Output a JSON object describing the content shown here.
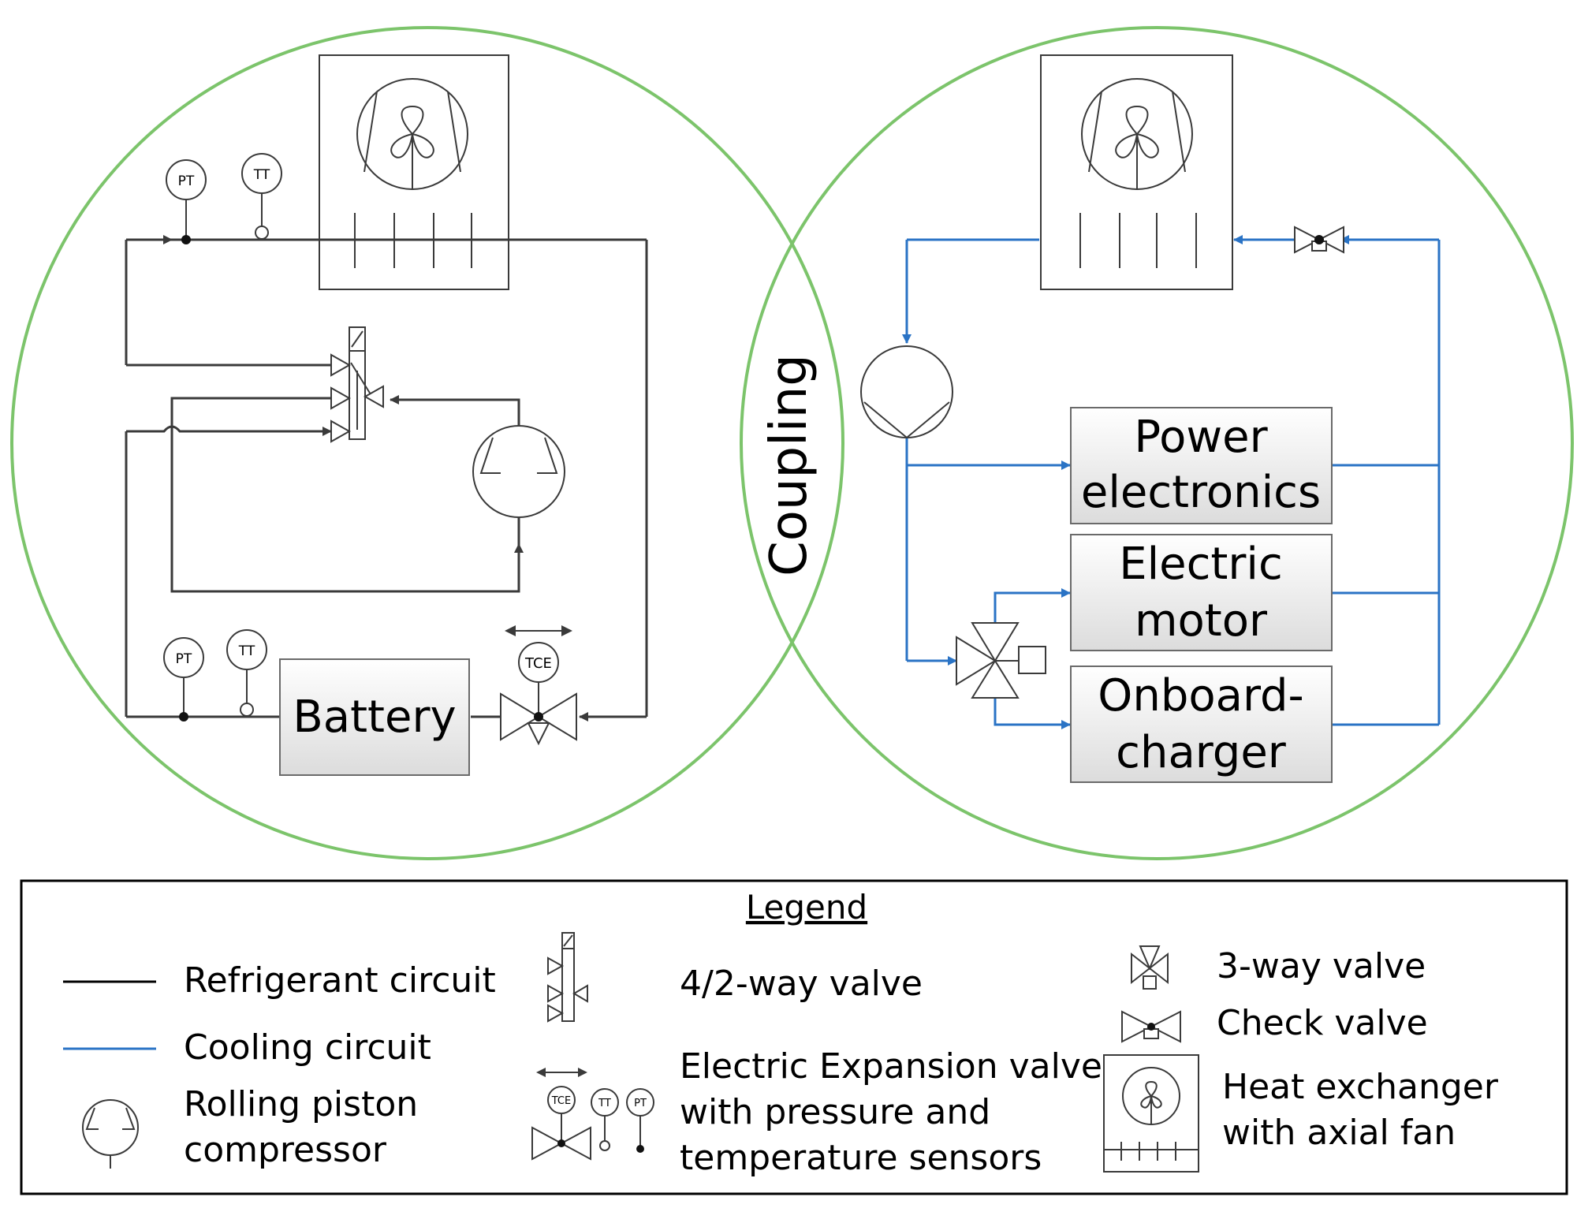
{
  "coupling_label": "Coupling",
  "left_circuit": {
    "battery_label": "Battery",
    "sensor_pt_top": "PT",
    "sensor_tt_top": "TT",
    "sensor_pt_bottom": "PT",
    "sensor_tt_bottom": "TT",
    "valve_tce": "TCE"
  },
  "right_circuit": {
    "power_electronics_line1": "Power",
    "power_electronics_line2": "electronics",
    "electric_motor_line1": "Electric",
    "electric_motor_line2": "motor",
    "onboard_charger_line1": "Onboard-",
    "onboard_charger_line2": "charger"
  },
  "legend": {
    "title": "Legend",
    "refrigerant": "Refrigerant circuit",
    "cooling": "Cooling circuit",
    "compressor_line1": "Rolling piston",
    "compressor_line2": "compressor",
    "valve_42": "4/2-way valve",
    "eev_line1": "Electric Expansion valve",
    "eev_line2": "with pressure and",
    "eev_line3": "temperature sensors",
    "eev_tce": "TCE",
    "eev_tt": "TT",
    "eev_pt": "PT",
    "three_way": "3-way valve",
    "check_valve": "Check valve",
    "hx_line1": "Heat exchanger",
    "hx_line2": "with axial fan"
  },
  "colors": {
    "refrigerant": "#3a3a3a",
    "cooling": "#2a73c5",
    "zone_circle": "#7cc46b"
  }
}
